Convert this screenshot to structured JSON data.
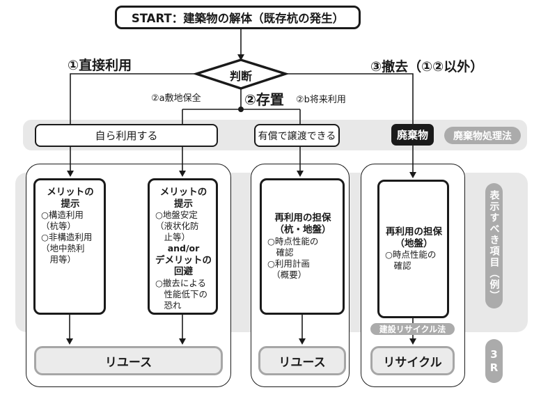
{
  "colors": {
    "ink": "#1a1a1a",
    "band_gray": "#e8e8e8",
    "pill_gray": "#ababab",
    "result_fill": "#ebebeb",
    "result_border": "#a6a6a6"
  },
  "flow": {
    "start_label": "START：建築物の解体（既存杭の発生）",
    "decision_label": "判断",
    "branch_1": "①直接利用",
    "branch_2": "②存置",
    "branch_2a": "②a敷地保全",
    "branch_2b": "②b将来利用",
    "branch_3": "③撤去（①②以外）",
    "own_use": "自ら利用する",
    "paid_transfer": "有償で譲渡できる",
    "waste": "廃棄物",
    "waste_law_badge": "廃棄物処理法",
    "recycle_law_badge": "建設リサイクル法"
  },
  "columns": [
    {
      "title": "メリットの\n提示",
      "body": "○構造利用\n（杭等）\n○非構造利用\n（地中熱利\n　用等）"
    },
    {
      "title": "メリットの\n提示",
      "body": "○地盤安定\n（液状化防\n　止等）",
      "connector": "and/or",
      "title2": "デメリットの\n回避",
      "body2": "○撤去による\n　性能低下の\n　恐れ"
    },
    {
      "title": "再利用の担保\n（杭・地盤）",
      "body": "○時点性能の\n　確認\n○利用計画\n　（概要）"
    },
    {
      "title": "再利用の担保\n（地盤）",
      "body": "○時点性能の\n　確認"
    }
  ],
  "results": [
    {
      "label": "リユース"
    },
    {
      "label": "リユース"
    },
    {
      "label": "リサイクル"
    }
  ],
  "side": {
    "display_items": "表示すべき項目（例）",
    "three_r": "3R"
  }
}
